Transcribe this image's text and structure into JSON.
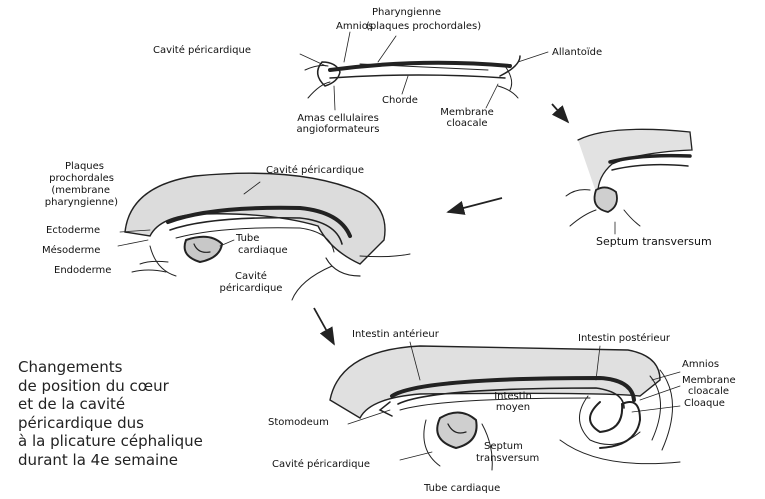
{
  "stage1": {
    "amnios": "Amnios",
    "pharyngienne_1": "Pharyngienne",
    "pharyngienne_2": "(plaques prochordales)",
    "cavite_pericardique": "Cavité péricardique",
    "allantoide": "Allantoïde",
    "chorde": "Chorde",
    "amas_1": "Amas cellulaires",
    "amas_2": "angioformateurs",
    "membrane_1": "Membrane",
    "membrane_2": "cloacale"
  },
  "stage2": {
    "septum": "Septum transversum"
  },
  "stage3": {
    "plaques_1": "Plaques",
    "plaques_2": "prochordales",
    "plaques_3": "(membrane",
    "plaques_4": "pharyngienne)",
    "cavite_pericardique": "Cavité péricardique",
    "ectoderme": "Ectoderme",
    "mesoderme": "Mésoderme",
    "endoderme": "Endoderme",
    "tube_1": "Tube",
    "tube_2": "cardiaque",
    "cavite_bottom_1": "Cavité",
    "cavite_bottom_2": "péricardique"
  },
  "stage4": {
    "intestin_anterieur": "Intestin antérieur",
    "intestin_posterieur": "Intestin postérieur",
    "amnios": "Amnios",
    "membrane_1": "Membrane",
    "membrane_2": "cloacale",
    "cloaque": "Cloaque",
    "intestin_moyen_1": "Intestin",
    "intestin_moyen_2": "moyen",
    "stomodeum": "Stomodeum",
    "cavite_pericardique": "Cavité péricardique",
    "septum_1": "Septum",
    "septum_2": "transversum",
    "tube_cardiaque": "Tube cardiaque"
  },
  "caption": {
    "line1": "Changements",
    "line2": "de position du cœur",
    "line3": "et de la cavité",
    "line4": "péricardique dus",
    "line5": "à la plicature céphalique",
    "line6": "durant la 4e semaine"
  }
}
